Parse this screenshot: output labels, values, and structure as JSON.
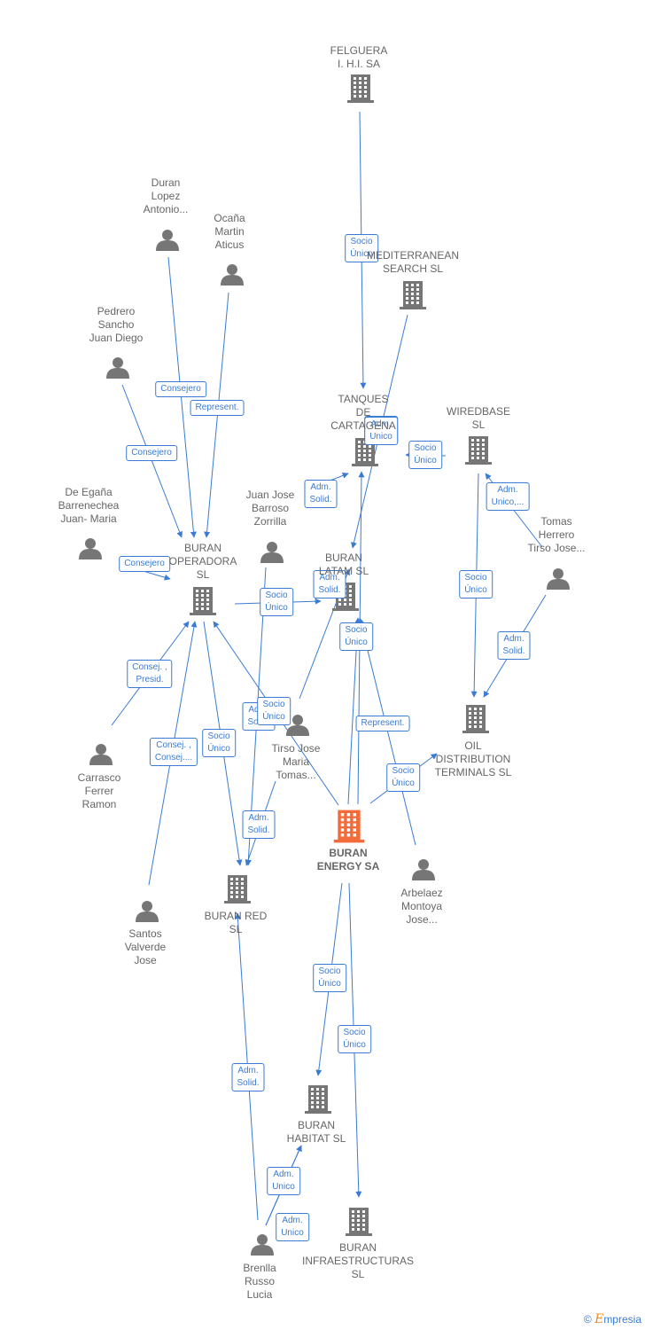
{
  "colors": {
    "edge": "#3a7bd5",
    "node": "#767676",
    "main_node": "#f26b3a"
  },
  "nodes": [
    {
      "id": "felguera",
      "type": "company",
      "label": "FELGUERA\nI. H.I. SA"
    },
    {
      "id": "mediterranean",
      "type": "company",
      "label": "MEDITERRANEAN\nSEARCH SL"
    },
    {
      "id": "tanques",
      "type": "company",
      "label": "TANQUES\nDE\nCARTAGENA"
    },
    {
      "id": "wiredbase",
      "type": "company",
      "label": "WIREDBASE\nSL"
    },
    {
      "id": "operadora",
      "type": "company",
      "label": "BURAN\nOPERADORA\nSL"
    },
    {
      "id": "latam",
      "type": "company",
      "label": "BURAN\nLATAM SL"
    },
    {
      "id": "oil",
      "type": "company",
      "label": "OIL\nDISTRIBUTION\nTERMINALS SL"
    },
    {
      "id": "energy",
      "type": "company",
      "label": "BURAN\nENERGY SA",
      "main": true
    },
    {
      "id": "red",
      "type": "company",
      "label": "BURAN RED\nSL"
    },
    {
      "id": "habitat",
      "type": "company",
      "label": "BURAN\nHABITAT SL"
    },
    {
      "id": "infra",
      "type": "company",
      "label": "BURAN\nINFRAESTRUCTURAS\nSL"
    },
    {
      "id": "duran",
      "type": "person",
      "label": "Duran\nLopez\nAntonio..."
    },
    {
      "id": "ocana",
      "type": "person",
      "label": "Ocaña\nMartin\nAticus"
    },
    {
      "id": "pedrero",
      "type": "person",
      "label": "Pedrero\nSancho\nJuan Diego"
    },
    {
      "id": "deegana",
      "type": "person",
      "label": "De Egaña\nBarrenechea\nJuan- Maria"
    },
    {
      "id": "juanjose",
      "type": "person",
      "label": "Juan Jose\nBarroso\nZorrilla"
    },
    {
      "id": "tomas",
      "type": "person",
      "label": "Tomas\nHerrero\nTirso Jose..."
    },
    {
      "id": "carrasco",
      "type": "person",
      "label": "Carrasco\nFerrer\nRamon"
    },
    {
      "id": "tirso",
      "type": "person",
      "label": "Tirso Jose\nMaria\nTomas..."
    },
    {
      "id": "santos",
      "type": "person",
      "label": "Santos\nValverde\nJose"
    },
    {
      "id": "arbelaez",
      "type": "person",
      "label": "Arbelaez\nMontoya\nJose..."
    },
    {
      "id": "brenlla",
      "type": "person",
      "label": "Brenlla\nRusso\nLucia"
    }
  ],
  "edges": [
    {
      "from": "felguera",
      "to": "tanques",
      "label": "Socio\nÚnico"
    },
    {
      "from": "mediterranean",
      "to": "latam",
      "label": "Socio\nÚnico"
    },
    {
      "from": "wiredbase",
      "to": "tanques",
      "label": "Socio\nÚnico"
    },
    {
      "from": "tomas",
      "to": "wiredbase",
      "label": "Adm.\nUnico,..."
    },
    {
      "from": "duran",
      "to": "operadora",
      "label": "Consejero"
    },
    {
      "from": "ocana",
      "to": "operadora",
      "label": "Represent."
    },
    {
      "from": "pedrero",
      "to": "operadora",
      "label": "Consejero"
    },
    {
      "from": "deegana",
      "to": "operadora",
      "label": "Consejero"
    },
    {
      "from": "juanjose",
      "to": "tanques",
      "label": "Adm.\nSolid."
    },
    {
      "from": "operadora",
      "to": "latam",
      "label": "Socio\nÚnico"
    },
    {
      "from": "juanjose",
      "to": "red",
      "label": "Adm.\nSolid."
    },
    {
      "from": "tirso",
      "to": "latam",
      "label": "Adm.\nSolid."
    },
    {
      "from": "energy",
      "to": "latam",
      "label": "Socio\nÚnico"
    },
    {
      "from": "energy",
      "to": "tanques",
      "label": "Adm.\nUnico"
    },
    {
      "from": "arbelaez",
      "to": "latam",
      "label": "Represent."
    },
    {
      "from": "wiredbase",
      "to": "oil",
      "label": "Socio\nÚnico"
    },
    {
      "from": "tomas",
      "to": "oil",
      "label": "Adm.\nSolid."
    },
    {
      "from": "energy",
      "to": "oil",
      "label": "Socio\nÚnico"
    },
    {
      "from": "carrasco",
      "to": "operadora",
      "label": "Consej. ,\nPresid."
    },
    {
      "from": "santos",
      "to": "operadora",
      "label": "Consej. ,\nConsej...."
    },
    {
      "from": "operadora",
      "to": "red",
      "label": "Socio\nÚnico"
    },
    {
      "from": "energy",
      "to": "operadora",
      "label": "Socio\nÚnico"
    },
    {
      "from": "tirso",
      "to": "red",
      "label": "Adm.\nSolid."
    },
    {
      "from": "energy",
      "to": "habitat",
      "label": "Socio\nÚnico"
    },
    {
      "from": "energy",
      "to": "infra",
      "label": "Socio\nÚnico"
    },
    {
      "from": "brenlla",
      "to": "red",
      "label": "Adm.\nSolid."
    },
    {
      "from": "brenlla",
      "to": "habitat",
      "label": "Adm.\nUnico"
    },
    {
      "from": "brenlla",
      "to": "habitat",
      "label": "Adm.\nUnico"
    }
  ],
  "brand": {
    "copyright": "©",
    "initial": "E",
    "rest": "mpresia"
  }
}
